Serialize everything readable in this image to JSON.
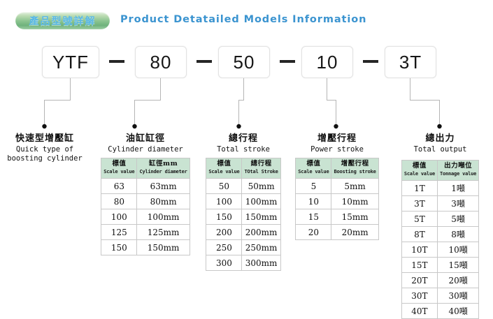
{
  "header": {
    "badge_cn": "產品型號詳解",
    "title_en": "Product Detatailed Models Information"
  },
  "model_code": {
    "segments": [
      "YTF",
      "80",
      "50",
      "10",
      "3T"
    ],
    "separator": "—"
  },
  "columns": [
    {
      "key": "quick-type",
      "label_cn": "快速型增壓缸",
      "label_en_lines": [
        "Quick type of",
        "boosting cylinder"
      ],
      "table": null
    },
    {
      "key": "cylinder-diameter",
      "label_cn": "油缸缸徑",
      "label_en_lines": [
        "Cylinder diameter"
      ],
      "table": {
        "headers": [
          {
            "cn": "標值",
            "en": "Scale value"
          },
          {
            "cn": "缸徑mm",
            "en": "Cylinder diameter"
          }
        ],
        "rows": [
          [
            "63",
            "63mm"
          ],
          [
            "80",
            "80mm"
          ],
          [
            "100",
            "100mm"
          ],
          [
            "125",
            "125mm"
          ],
          [
            "150",
            "150mm"
          ]
        ]
      }
    },
    {
      "key": "total-stroke",
      "label_cn": "總行程",
      "label_en_lines": [
        "Total stroke"
      ],
      "table": {
        "headers": [
          {
            "cn": "標值",
            "en": "Scale value"
          },
          {
            "cn": "總行程",
            "en": "TOtal Stroke"
          }
        ],
        "rows": [
          [
            "50",
            "50mm"
          ],
          [
            "100",
            "100mm"
          ],
          [
            "150",
            "150mm"
          ],
          [
            "200",
            "200mm"
          ],
          [
            "250",
            "250mm"
          ],
          [
            "300",
            "300mm"
          ]
        ]
      }
    },
    {
      "key": "power-stroke",
      "label_cn": "增壓行程",
      "label_en_lines": [
        "Power stroke"
      ],
      "table": {
        "headers": [
          {
            "cn": "標值",
            "en": "Scale value"
          },
          {
            "cn": "增壓行程",
            "en": "Boosting stroke"
          }
        ],
        "rows": [
          [
            "5",
            "5mm"
          ],
          [
            "10",
            "10mm"
          ],
          [
            "15",
            "15mm"
          ],
          [
            "20",
            "20mm"
          ]
        ]
      }
    },
    {
      "key": "total-output",
      "label_cn": "總出力",
      "label_en_lines": [
        "Total output"
      ],
      "table": {
        "headers": [
          {
            "cn": "標值",
            "en": "Scale value"
          },
          {
            "cn": "出力噸位",
            "en": "Tonnage value"
          }
        ],
        "rows": [
          [
            "1T",
            "1噸"
          ],
          [
            "3T",
            "3噸"
          ],
          [
            "5T",
            "5噸"
          ],
          [
            "8T",
            "8噸"
          ],
          [
            "10T",
            "10噸"
          ],
          [
            "15T",
            "15噸"
          ],
          [
            "20T",
            "20噸"
          ],
          [
            "30T",
            "30噸"
          ],
          [
            "40T",
            "40噸"
          ]
        ]
      }
    }
  ],
  "colors": {
    "badge_green": "#8cc490",
    "title_blue": "#3b94d0",
    "badge_text_blue": "#59b8e6",
    "table_header_green": "#c9e3d2",
    "table_border": "#c8c8c8",
    "connector_line": "#b5b5b5",
    "connector_dot": "#111111"
  }
}
